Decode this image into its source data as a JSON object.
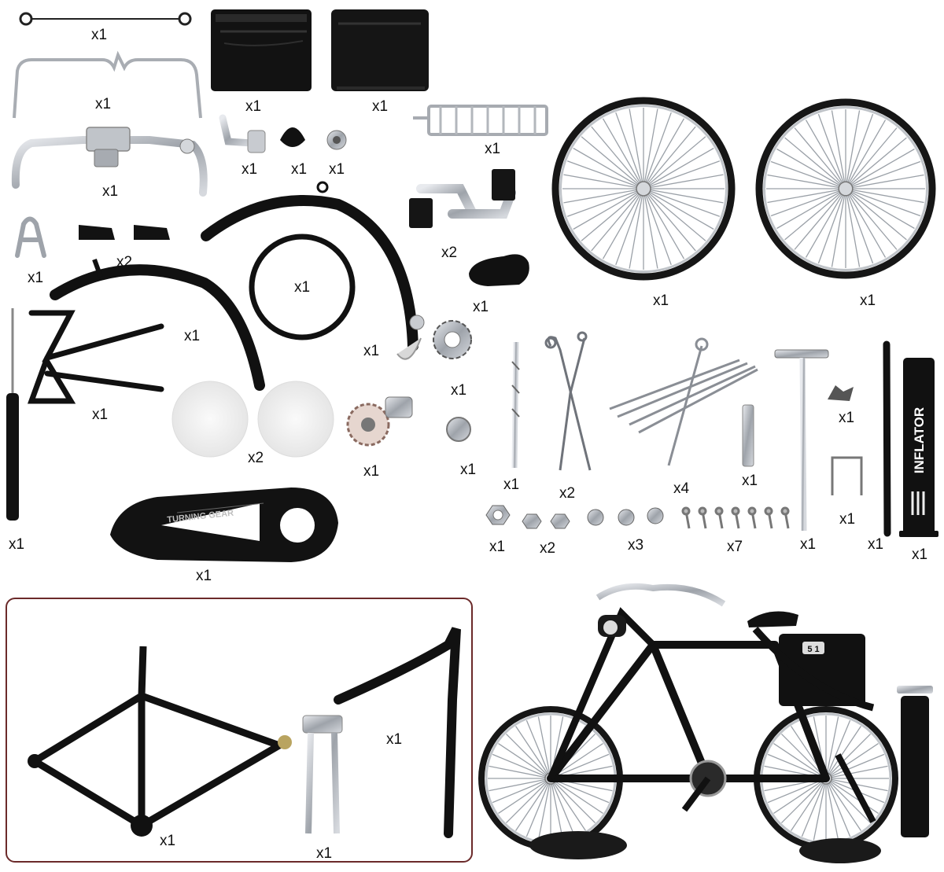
{
  "parts": [
    {
      "name": "brake-pull-rod",
      "qty": "x1"
    },
    {
      "name": "saddle-spring-wire",
      "qty": "x1"
    },
    {
      "name": "handlebar",
      "qty": "x1"
    },
    {
      "name": "saddle-bag-left",
      "qty": "x1"
    },
    {
      "name": "saddle-bag-right",
      "qty": "x1"
    },
    {
      "name": "kickstand-lever",
      "qty": "x1"
    },
    {
      "name": "saddle-clamp",
      "qty": "x1"
    },
    {
      "name": "bolt-nut",
      "qty": "x1"
    },
    {
      "name": "rear-rack",
      "qty": "x1"
    },
    {
      "name": "pedals",
      "qty": "x2"
    },
    {
      "name": "saddle",
      "qty": "x1"
    },
    {
      "name": "front-wheel",
      "qty": "x1"
    },
    {
      "name": "rear-wheel",
      "qty": "x1"
    },
    {
      "name": "small-clip",
      "qty": "x1"
    },
    {
      "name": "brake-pads",
      "qty": "x2"
    },
    {
      "name": "front-fender",
      "qty": "x1"
    },
    {
      "name": "tire-ring",
      "qty": "x1"
    },
    {
      "name": "rear-fender",
      "qty": "x1"
    },
    {
      "name": "chainring-gear",
      "qty": "x1"
    },
    {
      "name": "kickstand",
      "qty": "x1"
    },
    {
      "name": "wheel-discs",
      "qty": "x2"
    },
    {
      "name": "crank-hub",
      "qty": "x1"
    },
    {
      "name": "hub-cap",
      "qty": "x1"
    },
    {
      "name": "seat-post-rod",
      "qty": "x1"
    },
    {
      "name": "brake-links",
      "qty": "x2"
    },
    {
      "name": "rack-struts",
      "qty": "x4"
    },
    {
      "name": "pin",
      "qty": "x1"
    },
    {
      "name": "pump-handle",
      "qty": "x1"
    },
    {
      "name": "mini-clamp",
      "qty": "x1"
    },
    {
      "name": "wire-bracket",
      "qty": "x1"
    },
    {
      "name": "screwdriver",
      "qty": "x1"
    },
    {
      "name": "chain-guard",
      "qty": "x1"
    },
    {
      "name": "hex-nut-large",
      "qty": "x1"
    },
    {
      "name": "hex-nuts",
      "qty": "x2"
    },
    {
      "name": "washers",
      "qty": "x3"
    },
    {
      "name": "screws",
      "qty": "x7"
    },
    {
      "name": "pump-hose",
      "qty": "x1"
    },
    {
      "name": "inflator-pump",
      "qty": "x1"
    },
    {
      "name": "bike-frame",
      "qty": "x1"
    },
    {
      "name": "front-fork",
      "qty": "x1"
    },
    {
      "name": "rear-stay",
      "qty": "x1"
    }
  ],
  "prints": {
    "pump_brand": "INFLATOR",
    "chain_guard_text": "TURNING GEAR",
    "bag_badge": "5 1"
  },
  "colors": {
    "metal_black": "#111111",
    "chrome": "#b8bcc2",
    "tire": "#1a1a1a",
    "frame_border": "#6b2a2a"
  }
}
